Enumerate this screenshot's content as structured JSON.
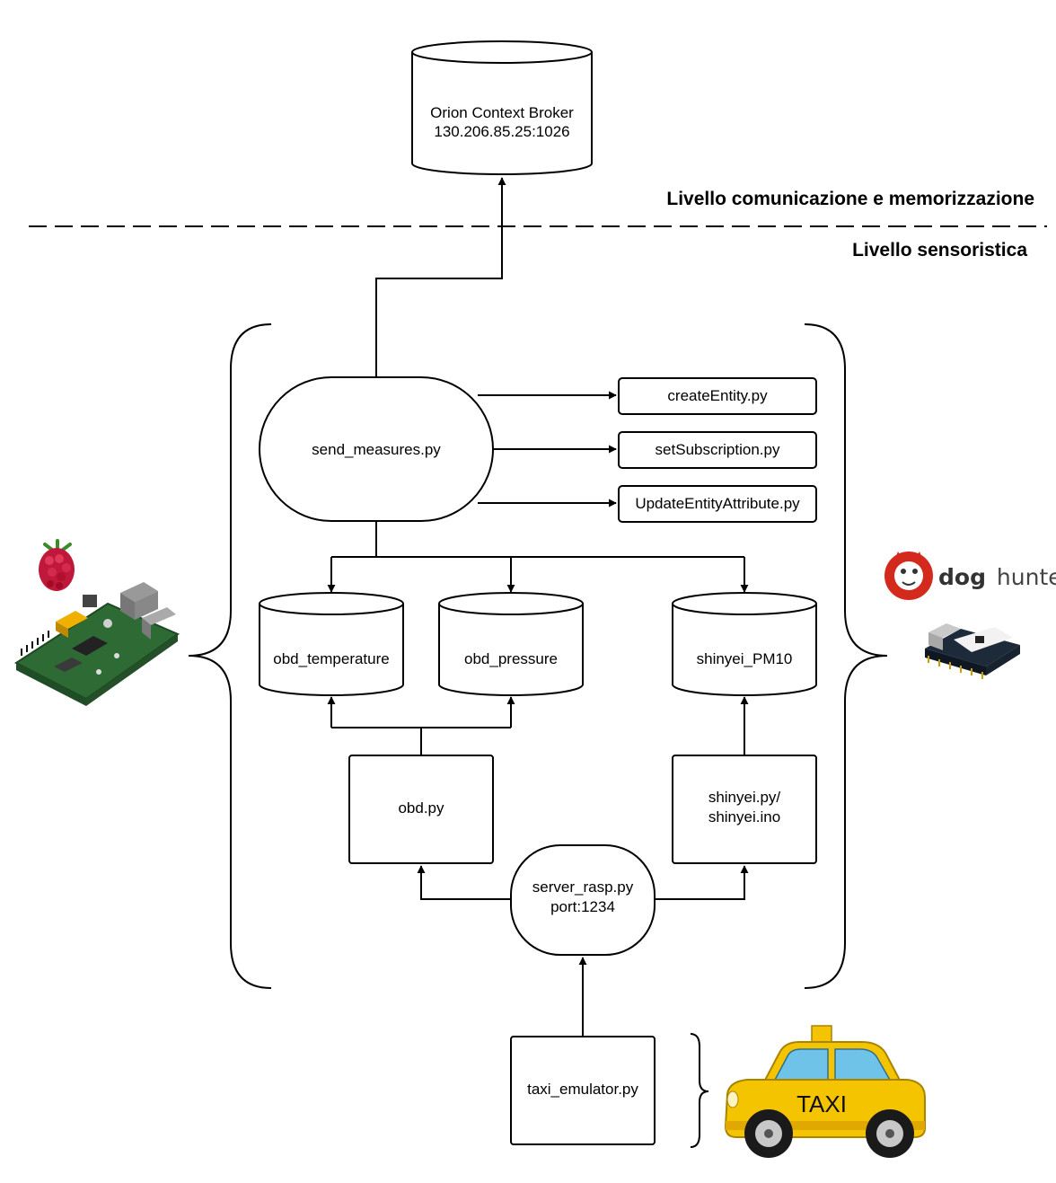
{
  "layers": {
    "upper": "Livello comunicazione e memorizzazione",
    "lower": "Livello sensoristica"
  },
  "nodes": {
    "orion_name": "Orion Context Broker",
    "orion_addr": "130.206.85.25:1026",
    "send_measures": "send_measures.py",
    "create_entity": "createEntity.py",
    "set_subscription": "setSubscription.py",
    "update_entity": "UpdateEntityAttribute.py",
    "obd_temperature": "obd_temperature",
    "obd_pressure": "obd_pressure",
    "shinyei_pm10": "shinyei_PM10",
    "obd": "obd.py",
    "shinyei_line1": "shinyei.py/",
    "shinyei_line2": "shinyei.ino",
    "server_line1": "server_rasp.py",
    "server_line2": "port:1234",
    "taxi_emulator": "taxi_emulator.py"
  },
  "logos": {
    "doghunter_bold": "dog",
    "doghunter_light": "hunter",
    "taxi_sign": "TAXI"
  },
  "colors": {
    "stroke": "#000000",
    "doghunter_red": "#d42a1e",
    "taxi_yellow": "#f5c400",
    "pcb_green": "#2e6b34",
    "raspberry_red": "#c0183a"
  }
}
